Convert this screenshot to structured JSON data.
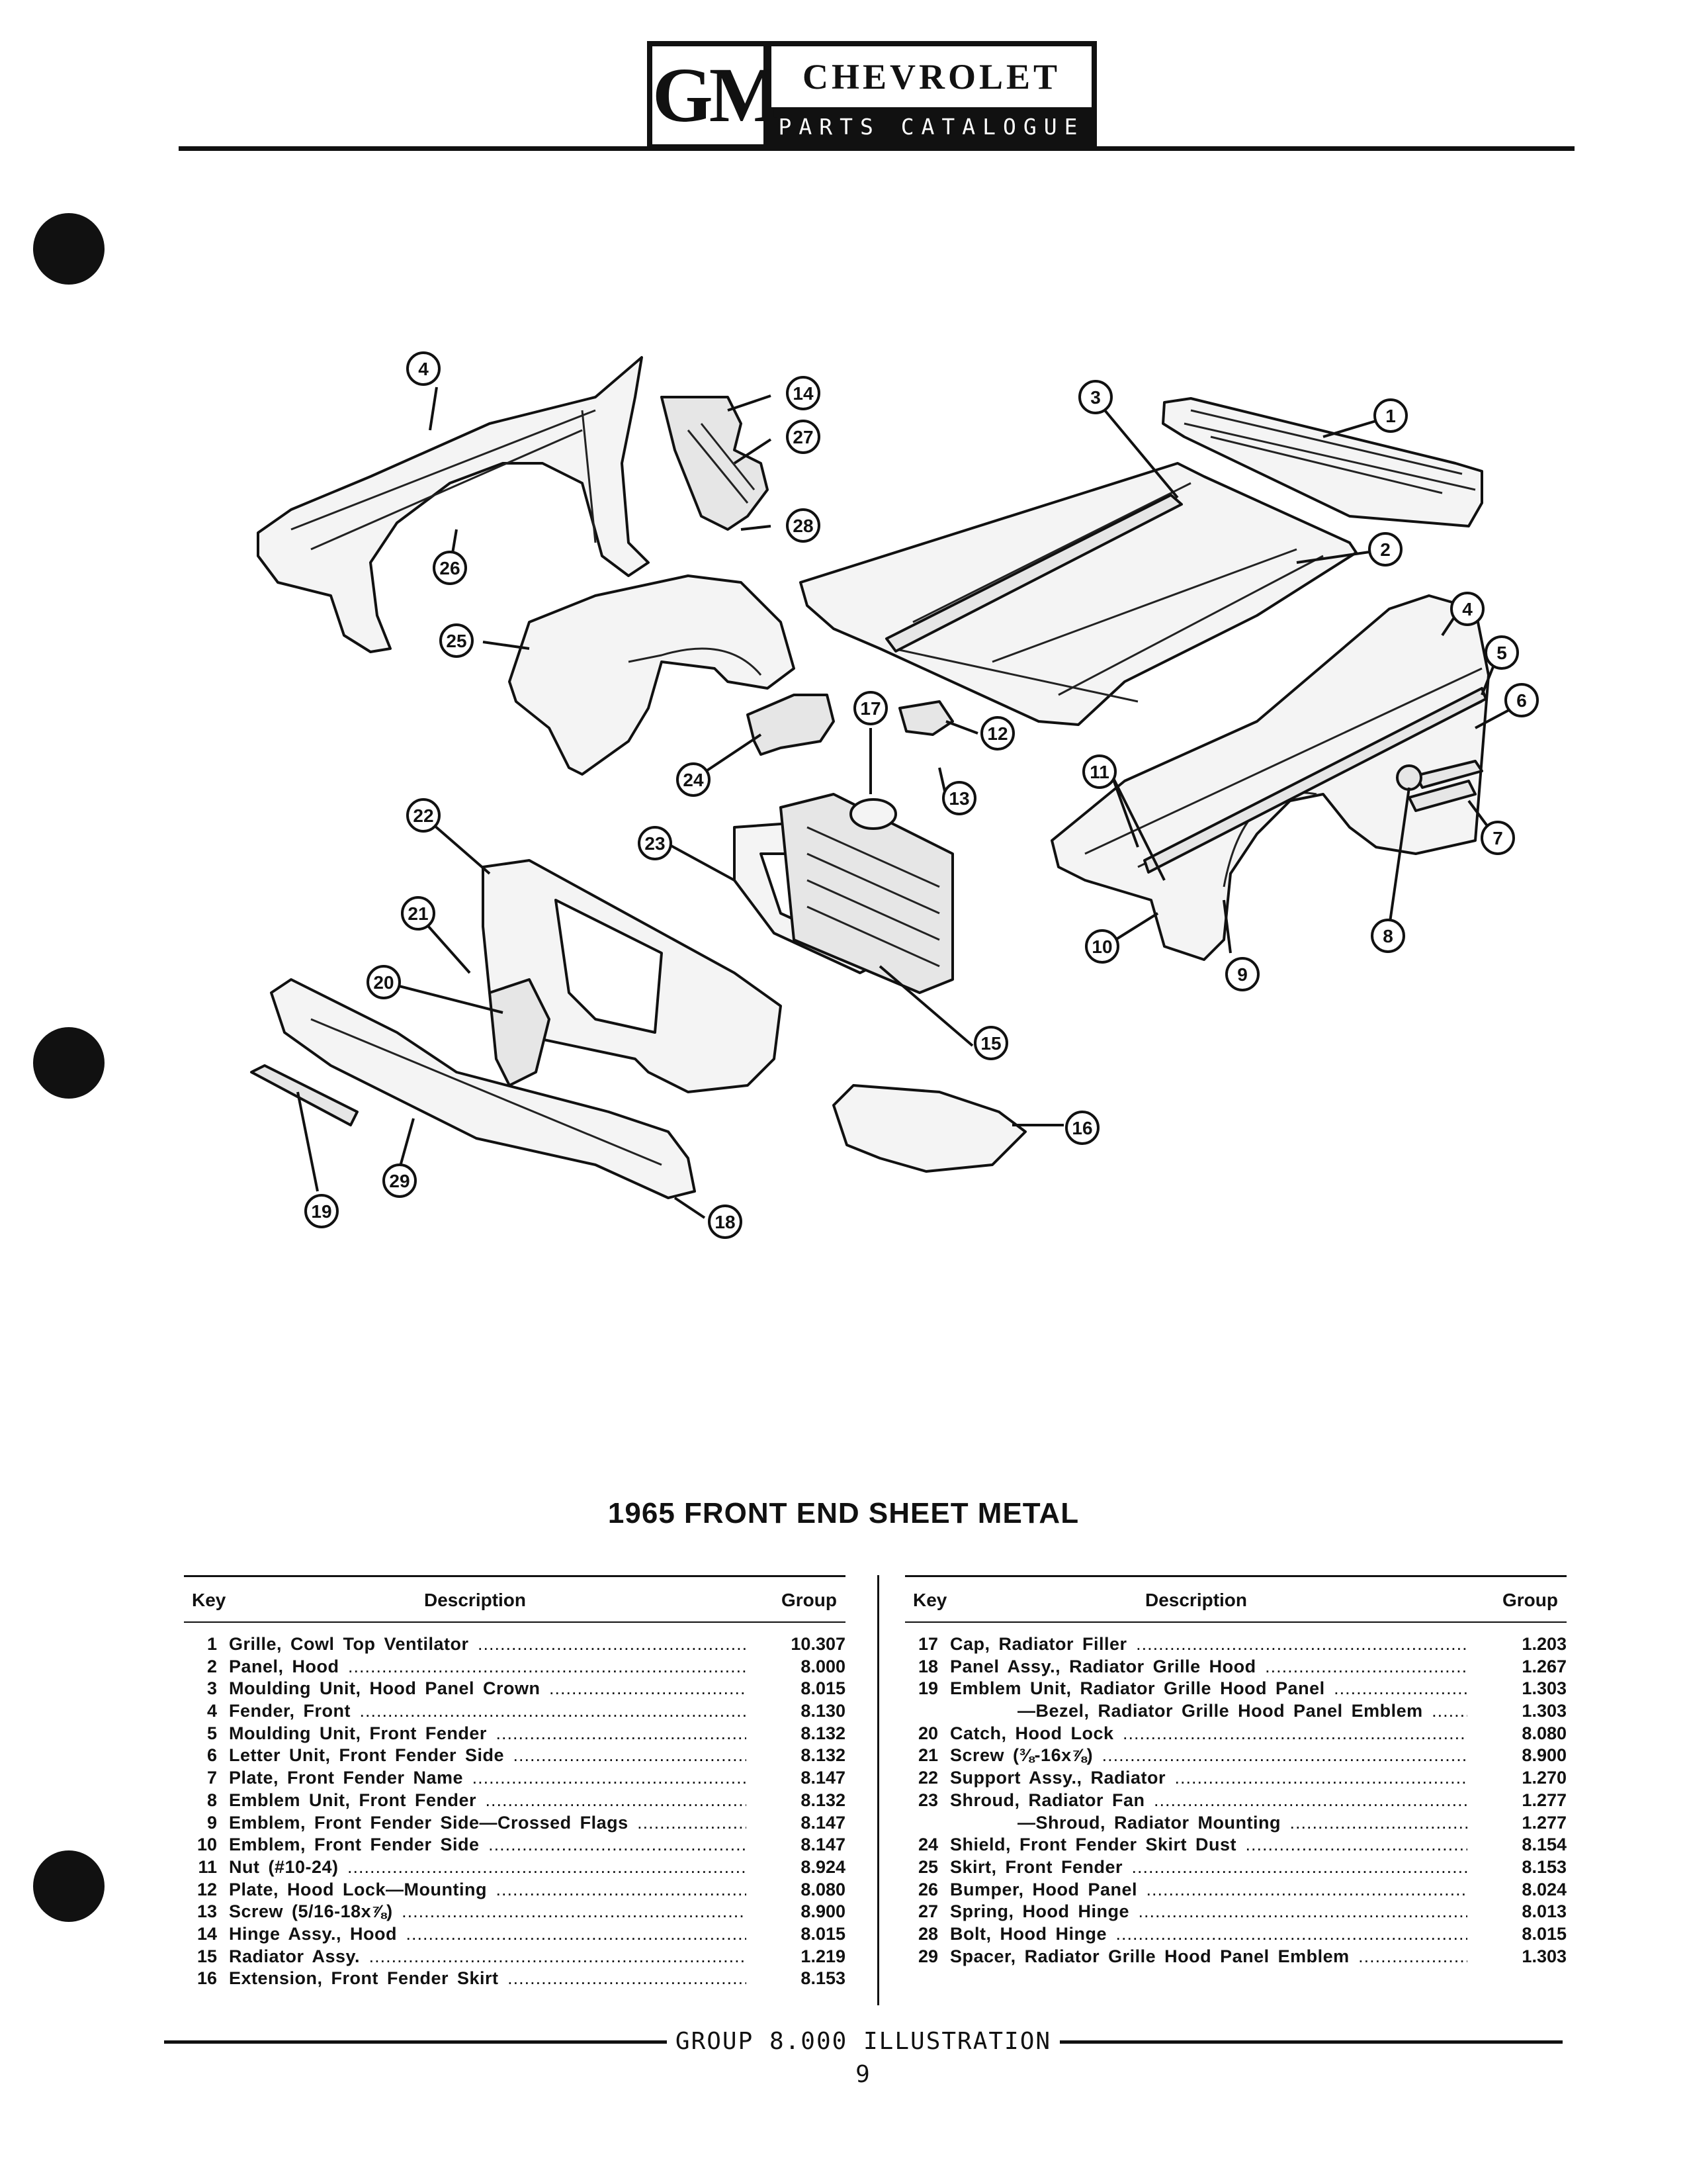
{
  "header": {
    "logo": "GM",
    "brand": "CHEVROLET",
    "subtitle": "PARTS CATALOGUE"
  },
  "callouts": [
    "1",
    "2",
    "3",
    "4",
    "4",
    "5",
    "6",
    "7",
    "8",
    "9",
    "10",
    "11",
    "12",
    "13",
    "14",
    "15",
    "16",
    "17",
    "18",
    "19",
    "20",
    "21",
    "22",
    "23",
    "24",
    "25",
    "26",
    "27",
    "28",
    "29"
  ],
  "title": "1965 FRONT END SHEET METAL",
  "table_headers": {
    "key": "Key",
    "description": "Description",
    "group": "Group"
  },
  "left_rows": [
    {
      "key": "1",
      "description": "Grille, Cowl Top Ventilator",
      "group": "10.307"
    },
    {
      "key": "2",
      "description": "Panel, Hood",
      "group": "8.000"
    },
    {
      "key": "3",
      "description": "Moulding Unit, Hood Panel Crown",
      "group": "8.015"
    },
    {
      "key": "4",
      "description": "Fender, Front",
      "group": "8.130"
    },
    {
      "key": "5",
      "description": "Moulding Unit, Front Fender",
      "group": "8.132"
    },
    {
      "key": "6",
      "description": "Letter Unit, Front Fender Side",
      "group": "8.132"
    },
    {
      "key": "7",
      "description": "Plate, Front Fender Name",
      "group": "8.147"
    },
    {
      "key": "8",
      "description": "Emblem Unit, Front Fender",
      "group": "8.132"
    },
    {
      "key": "9",
      "description": "Emblem, Front Fender Side—Crossed Flags",
      "group": "8.147"
    },
    {
      "key": "10",
      "description": "Emblem, Front Fender Side",
      "group": "8.147"
    },
    {
      "key": "11",
      "description": "Nut (#10-24)",
      "group": "8.924"
    },
    {
      "key": "12",
      "description": "Plate, Hood Lock—Mounting",
      "group": "8.080"
    },
    {
      "key": "13",
      "description": "Screw (5/16-18x⅞)",
      "group": "8.900"
    },
    {
      "key": "14",
      "description": "Hinge Assy., Hood",
      "group": "8.015"
    },
    {
      "key": "15",
      "description": "Radiator Assy.",
      "group": "1.219"
    },
    {
      "key": "16",
      "description": "Extension, Front Fender Skirt",
      "group": "8.153"
    }
  ],
  "right_rows": [
    {
      "key": "17",
      "description": "Cap, Radiator Filler",
      "group": "1.203"
    },
    {
      "key": "18",
      "description": "Panel Assy., Radiator Grille Hood",
      "group": "1.267"
    },
    {
      "key": "19",
      "description": "Emblem Unit, Radiator Grille Hood Panel",
      "group": "1.303"
    },
    {
      "key": "",
      "description": "—Bezel, Radiator Grille Hood Panel Emblem",
      "group": "1.303"
    },
    {
      "key": "20",
      "description": "Catch, Hood Lock",
      "group": "8.080"
    },
    {
      "key": "21",
      "description": "Screw (⅜-16x⅞)",
      "group": "8.900"
    },
    {
      "key": "22",
      "description": "Support Assy., Radiator",
      "group": "1.270"
    },
    {
      "key": "23",
      "description": "Shroud, Radiator Fan",
      "group": "1.277"
    },
    {
      "key": "",
      "description": "—Shroud, Radiator Mounting",
      "group": "1.277"
    },
    {
      "key": "24",
      "description": "Shield, Front Fender Skirt Dust",
      "group": "8.154"
    },
    {
      "key": "25",
      "description": "Skirt, Front Fender",
      "group": "8.153"
    },
    {
      "key": "26",
      "description": "Bumper, Hood Panel",
      "group": "8.024"
    },
    {
      "key": "27",
      "description": "Spring, Hood Hinge",
      "group": "8.013"
    },
    {
      "key": "28",
      "description": "Bolt, Hood Hinge",
      "group": "8.015"
    },
    {
      "key": "29",
      "description": "Spacer, Radiator Grille Hood Panel Emblem",
      "group": "1.303"
    }
  ],
  "footer": "GROUP 8.000 ILLUSTRATION 9"
}
